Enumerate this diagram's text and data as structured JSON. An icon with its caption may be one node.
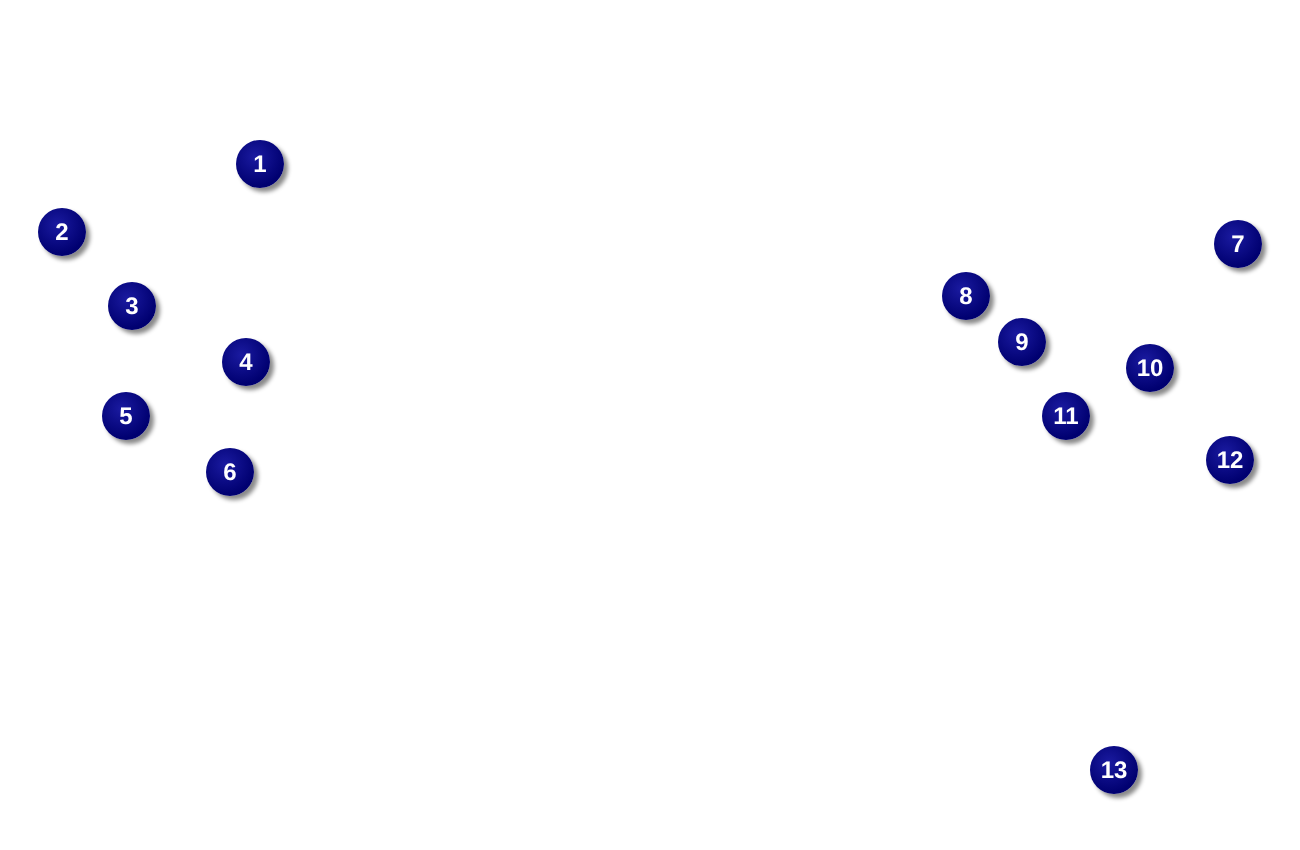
{
  "diagram": {
    "labels": [
      "1",
      "2",
      "3",
      "4",
      "5",
      "6",
      "7",
      "8",
      "9",
      "10",
      "11",
      "12",
      "13"
    ]
  }
}
